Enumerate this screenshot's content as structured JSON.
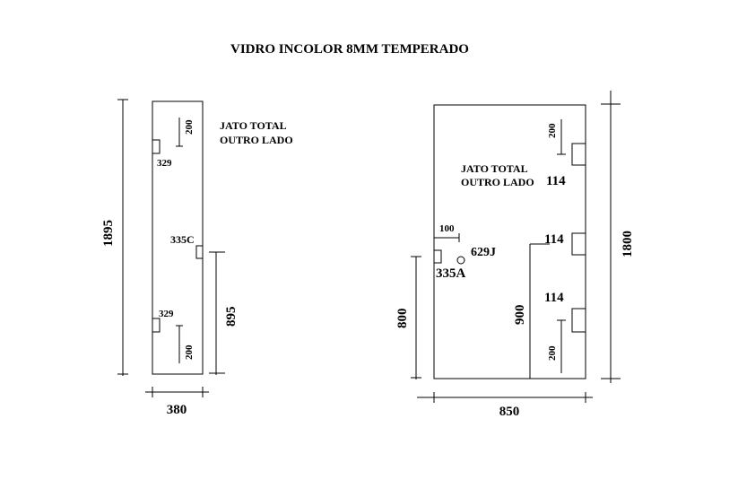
{
  "title": "VIDRO INCOLOR 8MM TEMPERADO",
  "left_panel": {
    "width": "380",
    "height": "1895",
    "note_line1": "JATO TOTAL",
    "note_line2": "OUTRO LADO",
    "hinge_top_label": "329",
    "hinge_top_offset": "200",
    "hinge_bottom_label": "329",
    "hinge_bottom_offset": "200",
    "lock_label": "335C",
    "lock_height": "895"
  },
  "right_panel": {
    "width": "850",
    "height": "1800",
    "note_line1": "JATO TOTAL",
    "note_line2": "OUTRO LADO",
    "top_hinge_offset": "200",
    "top_hinge_label": "114",
    "mid_hinge_label": "114",
    "bottom_hinge_label": "114",
    "bottom_hinge_offset": "200",
    "mid_height": "900",
    "lock_offset": "100",
    "lock_label": "335A",
    "lock_height": "800",
    "hole_label": "629J"
  }
}
